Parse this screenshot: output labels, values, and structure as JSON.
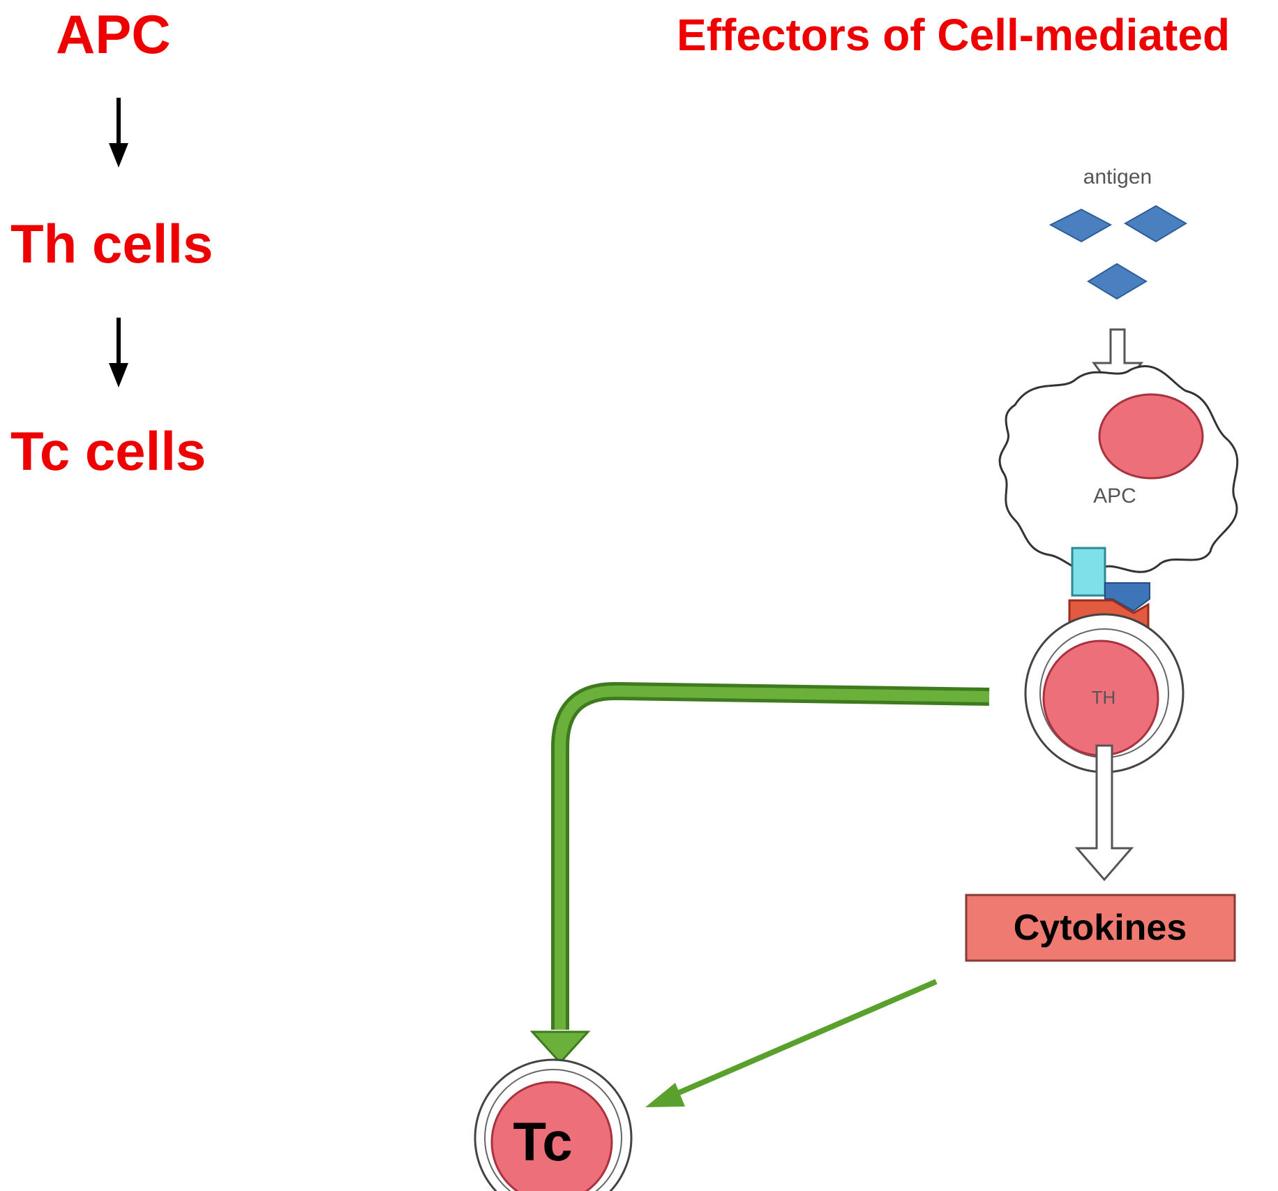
{
  "flow": {
    "step1": "APC",
    "step2": "Th cells",
    "step3": "Tc cells"
  },
  "diagram": {
    "title": "Effectors of Cell-mediated",
    "antigen_label": "antigen",
    "apc_label": "APC",
    "th_label": "TH",
    "cytokines_label": "Cytokines",
    "tc_label": "Tc"
  },
  "colors": {
    "heading_red": "#ee0000",
    "antigen_blue": "#4a7fc0",
    "cell_nucleus": "#ec6f7a",
    "receptor_cyan": "#7fe0ea",
    "tcr_orange": "#e25a40",
    "cytokine_box": "#ee7a72",
    "arrow_green": "#5aa02c"
  }
}
